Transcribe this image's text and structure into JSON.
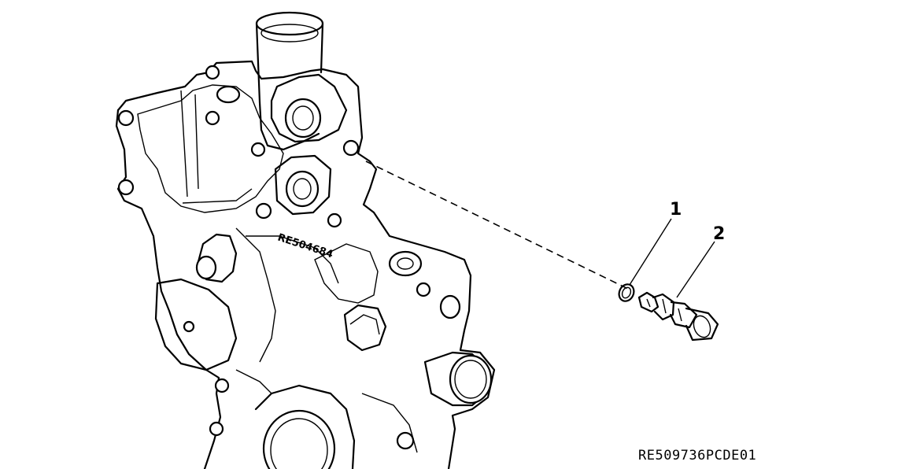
{
  "diagram": {
    "callouts": [
      {
        "id": "1",
        "text": "1"
      },
      {
        "id": "2",
        "text": "2"
      }
    ],
    "figure_code": "RE509736PCDE01",
    "casting_mark": "RE504684"
  }
}
